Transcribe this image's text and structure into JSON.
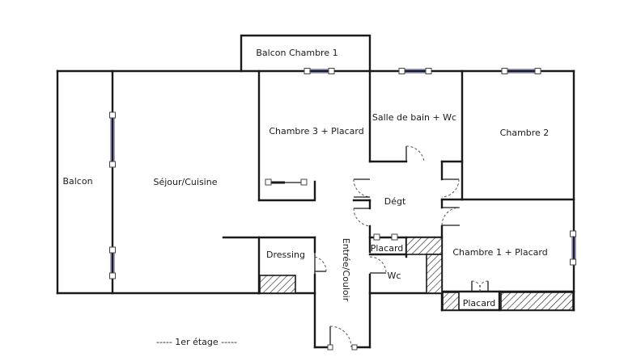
{
  "floor_label": "----- 1er étage -----",
  "rooms": {
    "balcon_chambre_1": "Balcon Chambre 1",
    "balcon": "Balcon",
    "sejour": "Séjour/Cuisine",
    "chambre_3": "Chambre 3 + Placard",
    "salle_de_bain": "Salle de bain + Wc",
    "chambre_2": "Chambre 2",
    "degt": "Dégt",
    "dressing": "Dressing",
    "placard_1": "Placard",
    "wc": "Wc",
    "entree": "Entrée/Couloir",
    "chambre_1": "Chambre 1 + Placard",
    "placard_2": "Placard"
  }
}
